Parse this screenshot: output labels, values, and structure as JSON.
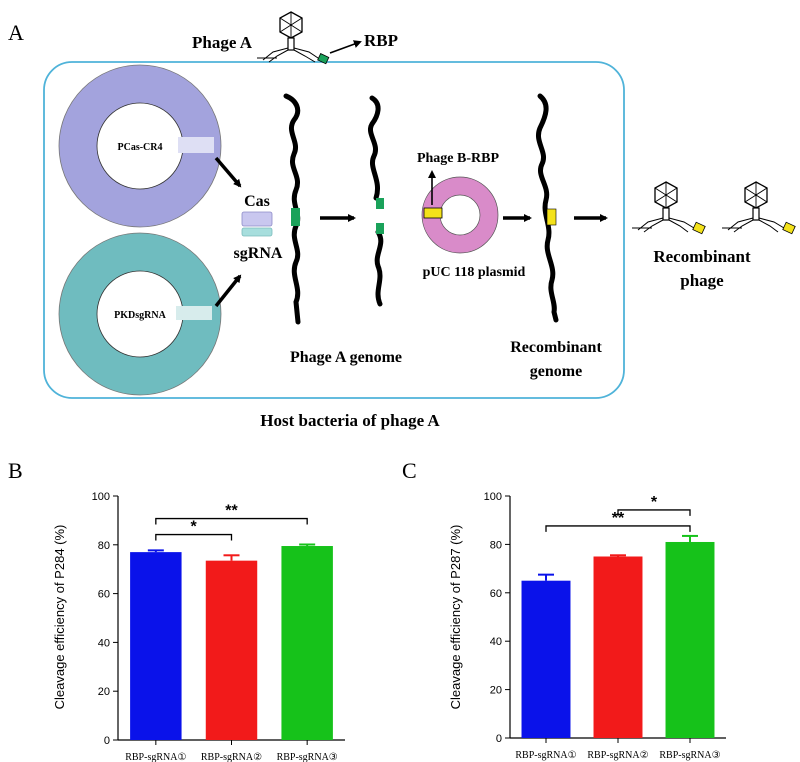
{
  "panels": {
    "a": "A",
    "b": "B",
    "c": "C"
  },
  "diagram": {
    "phage_a": "Phage A",
    "rbp": "RBP",
    "pcas": "PCas-CR4",
    "pkd": "PKDsgRNA",
    "cas": "Cas",
    "sgrna": "sgRNA",
    "phage_a_genome": "Phage A genome",
    "phage_b_rbp": "Phage B-RBP",
    "puc": "pUC 118 plasmid",
    "recombinant_genome_1": "Recombinant",
    "recombinant_genome_2": "genome",
    "recombinant_phage_1": "Recombinant",
    "recombinant_phage_2": "phage",
    "host": "Host bacteria of phage A"
  },
  "colors": {
    "box_border": "#4fb3d9",
    "pcas_ring": "#a3a3dd",
    "pkd_ring": "#6fbcbf",
    "marker_green": "#1aa25a",
    "marker_yellow": "#f4e21a",
    "plasmid_pink": "#d98bc9",
    "cas_purple": "#c9c7ef",
    "sg_teal": "#a7dedd",
    "bar_blue": "#0a12ea",
    "bar_red": "#f21a1a",
    "bar_green": "#16c21a"
  },
  "chart_data": [
    {
      "type": "bar",
      "categories": [
        "RBP-sgRNA①",
        "RBP-sgRNA②",
        "RBP-sgRNA③"
      ],
      "values": [
        77,
        73.5,
        79.5
      ],
      "errors": [
        0.7,
        2.2,
        0.6
      ],
      "colors": [
        "#0a12ea",
        "#f21a1a",
        "#16c21a"
      ],
      "ylabel": "Cleavage efficiency of P284 (%)",
      "ylim": [
        0,
        100
      ],
      "yticks": [
        0,
        20,
        40,
        60,
        80,
        100
      ],
      "significance": [
        {
          "from": 0,
          "to": 1,
          "label": "*"
        },
        {
          "from": 0,
          "to": 2,
          "label": "**"
        }
      ]
    },
    {
      "type": "bar",
      "categories": [
        "RBP-sgRNA①",
        "RBP-sgRNA②",
        "RBP-sgRNA③"
      ],
      "values": [
        65,
        75,
        81
      ],
      "errors": [
        2.5,
        0.5,
        2.5
      ],
      "colors": [
        "#0a12ea",
        "#f21a1a",
        "#16c21a"
      ],
      "ylabel": "Cleavage efficiency of P287 (%)",
      "ylim": [
        0,
        100
      ],
      "yticks": [
        0,
        20,
        40,
        60,
        80,
        100
      ],
      "significance": [
        {
          "from": 0,
          "to": 2,
          "label": "**"
        },
        {
          "from": 1,
          "to": 2,
          "label": "*"
        }
      ]
    }
  ]
}
